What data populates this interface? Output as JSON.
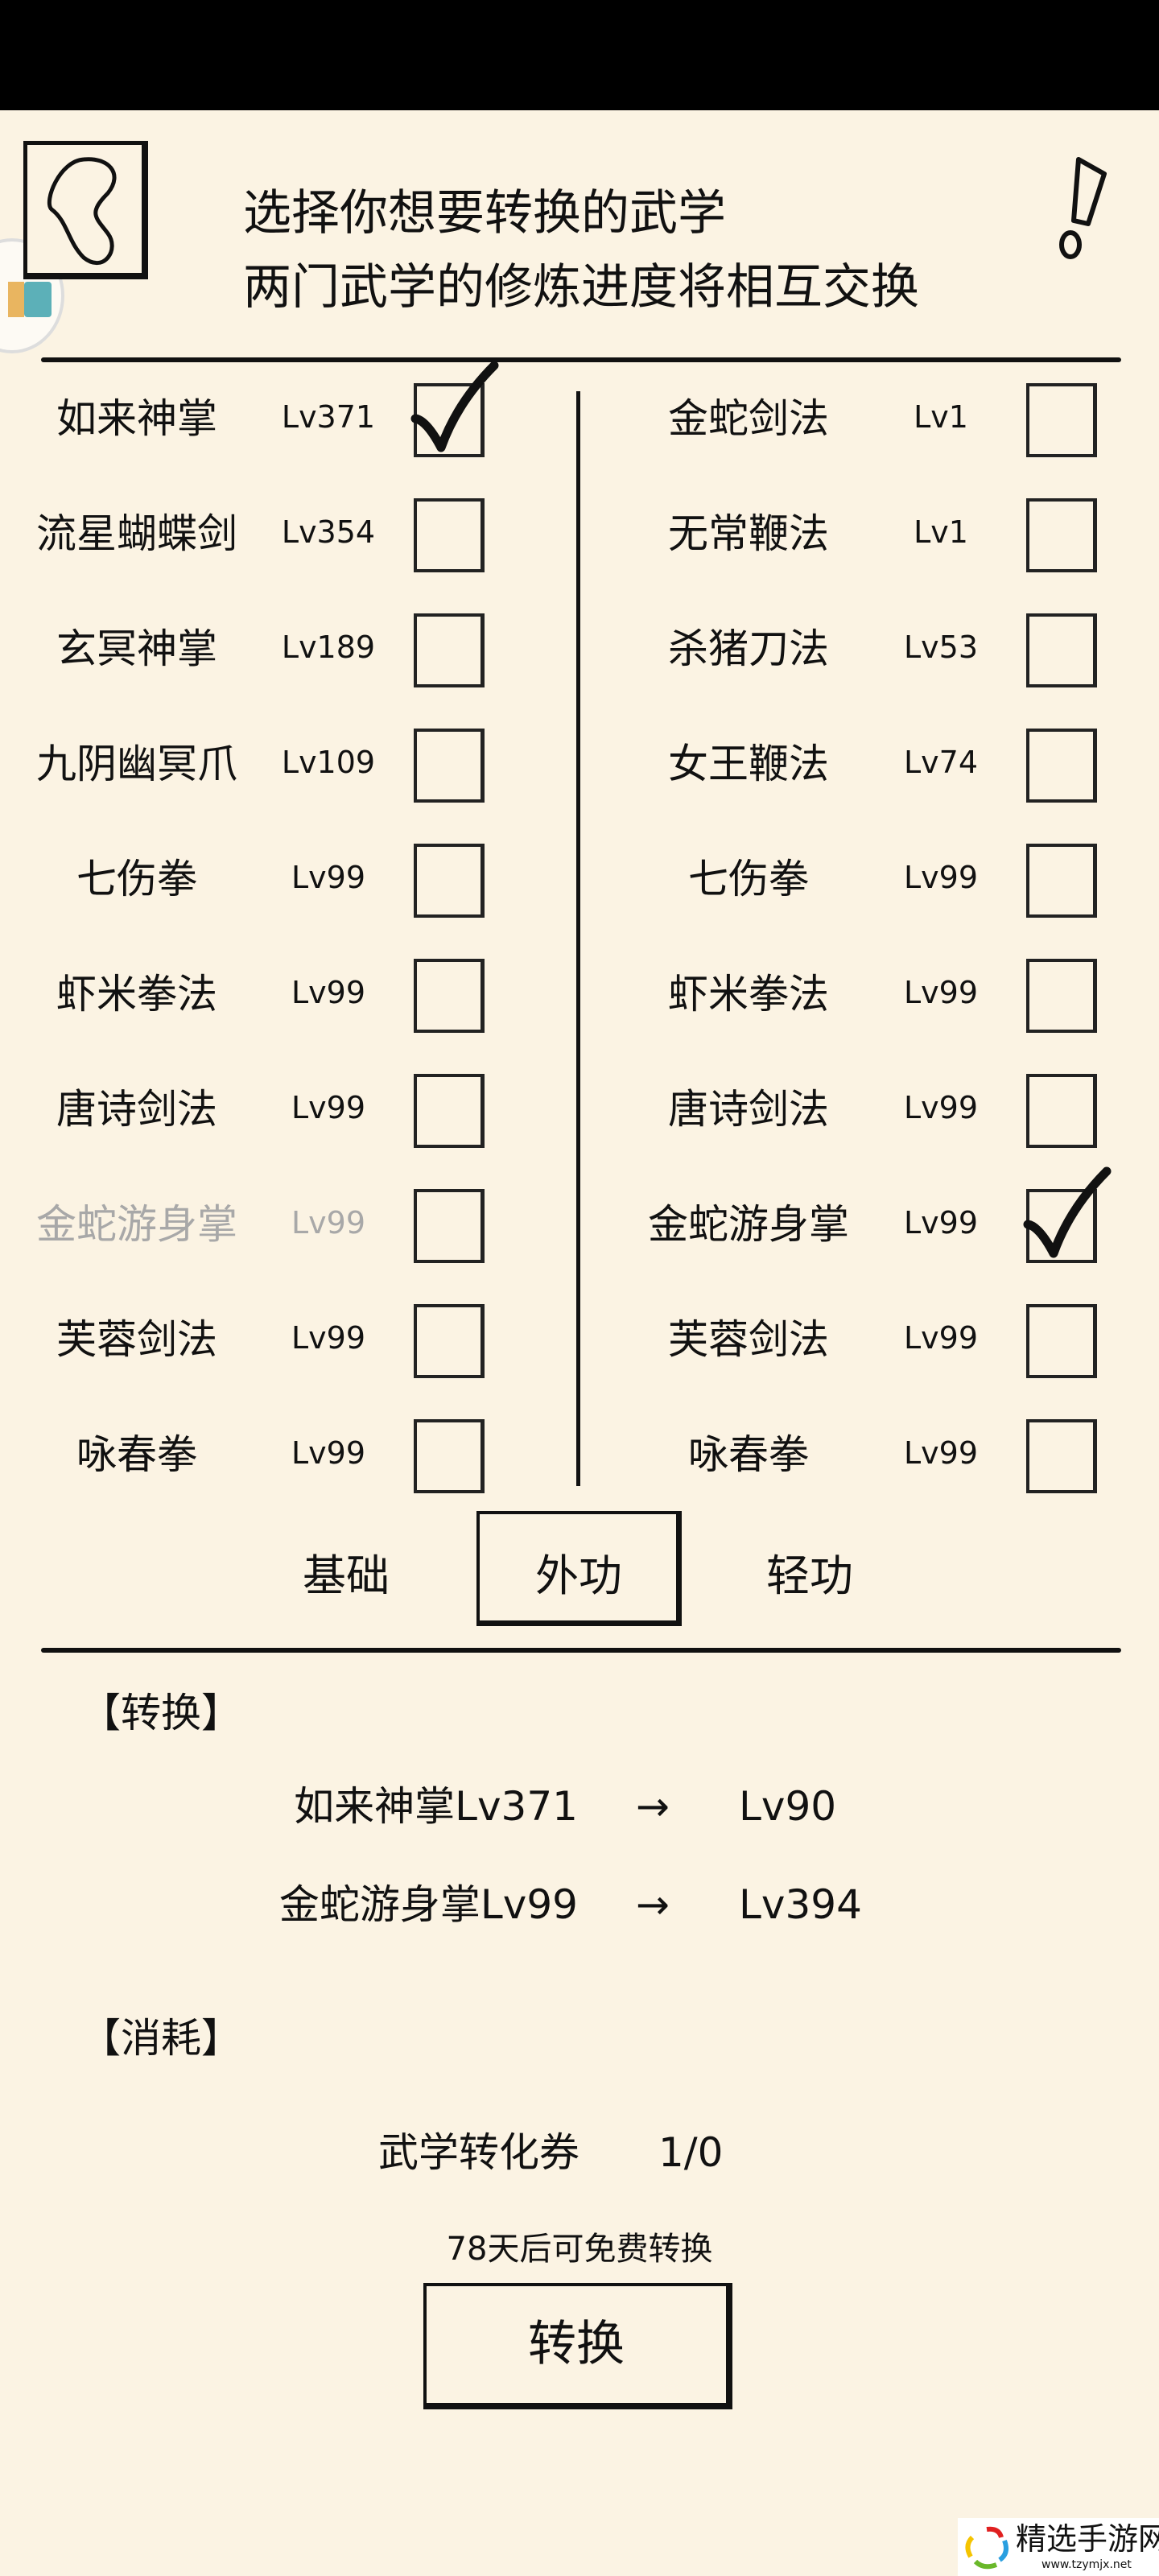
{
  "header": {
    "line1": "选择你想要转换的武学",
    "line2": "两门武学的修炼进度将相互交换"
  },
  "icons": {
    "back": "back-arrow-icon",
    "info": "exclamation-icon",
    "check": "checkmark-icon"
  },
  "left_list": [
    {
      "name": "如来神掌",
      "level": "Lv371",
      "checked": true,
      "disabled": false
    },
    {
      "name": "流星蝴蝶剑",
      "level": "Lv354",
      "checked": false,
      "disabled": false
    },
    {
      "name": "玄冥神掌",
      "level": "Lv189",
      "checked": false,
      "disabled": false
    },
    {
      "name": "九阴幽冥爪",
      "level": "Lv109",
      "checked": false,
      "disabled": false
    },
    {
      "name": "七伤拳",
      "level": "Lv99",
      "checked": false,
      "disabled": false
    },
    {
      "name": "虾米拳法",
      "level": "Lv99",
      "checked": false,
      "disabled": false
    },
    {
      "name": "唐诗剑法",
      "level": "Lv99",
      "checked": false,
      "disabled": false
    },
    {
      "name": "金蛇游身掌",
      "level": "Lv99",
      "checked": false,
      "disabled": true
    },
    {
      "name": "芙蓉剑法",
      "level": "Lv99",
      "checked": false,
      "disabled": false
    },
    {
      "name": "咏春拳",
      "level": "Lv99",
      "checked": false,
      "disabled": false
    }
  ],
  "right_list": [
    {
      "name": "金蛇剑法",
      "level": "Lv1",
      "checked": false
    },
    {
      "name": "无常鞭法",
      "level": "Lv1",
      "checked": false
    },
    {
      "name": "杀猪刀法",
      "level": "Lv53",
      "checked": false
    },
    {
      "name": "女王鞭法",
      "level": "Lv74",
      "checked": false
    },
    {
      "name": "七伤拳",
      "level": "Lv99",
      "checked": false
    },
    {
      "name": "虾米拳法",
      "level": "Lv99",
      "checked": false
    },
    {
      "name": "唐诗剑法",
      "level": "Lv99",
      "checked": false
    },
    {
      "name": "金蛇游身掌",
      "level": "Lv99",
      "checked": true
    },
    {
      "name": "芙蓉剑法",
      "level": "Lv99",
      "checked": false
    },
    {
      "name": "咏春拳",
      "level": "Lv99",
      "checked": false
    }
  ],
  "tabs": [
    {
      "label": "基础"
    },
    {
      "label": "外功",
      "active": true
    },
    {
      "label": "轻功"
    }
  ],
  "convert": {
    "heading": "【转换】",
    "rows": [
      {
        "from": "如来神掌Lv371",
        "arrow": "→",
        "to": "Lv90"
      },
      {
        "from": "金蛇游身掌Lv99",
        "arrow": "→",
        "to": "Lv394"
      }
    ]
  },
  "cost": {
    "heading": "【消耗】",
    "item": "武学转化券",
    "amount": "1/0"
  },
  "free_note": "78天后可免费转换",
  "button_label": "转换",
  "watermark": {
    "name": "精选手游网",
    "url": "www.tzymjx.net"
  }
}
